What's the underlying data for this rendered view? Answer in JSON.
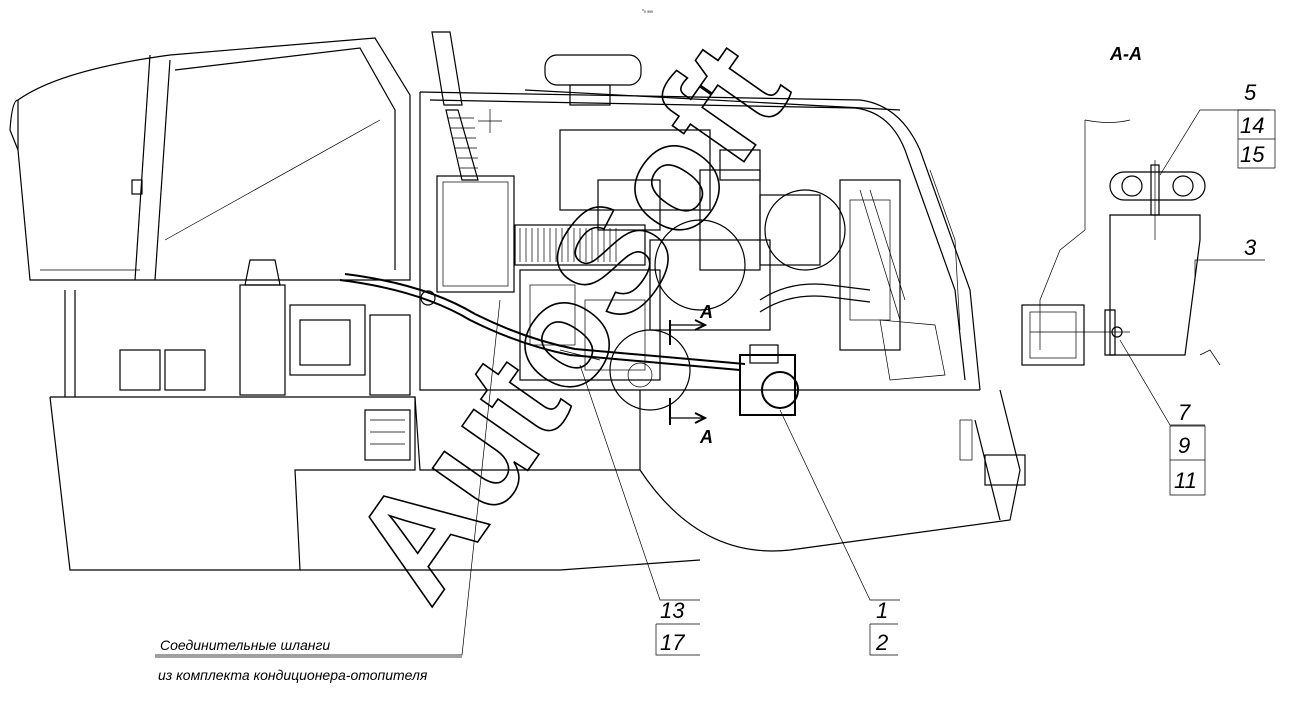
{
  "section_title": "А-А",
  "section_markers": [
    "A",
    "A"
  ],
  "watermark": "AutoSoft",
  "small_mark": "ᵒₐ ₐₐₐ",
  "callouts": {
    "c1": "1",
    "c2": "2",
    "c3": "3",
    "c5": "5",
    "c7": "7",
    "c9": "9",
    "c11": "11",
    "c13": "13",
    "c14": "14",
    "c15": "15",
    "c17": "17"
  },
  "note": {
    "line1": "Соединительные шланги",
    "line2": "из комплекта кондиционера-отопителя"
  }
}
